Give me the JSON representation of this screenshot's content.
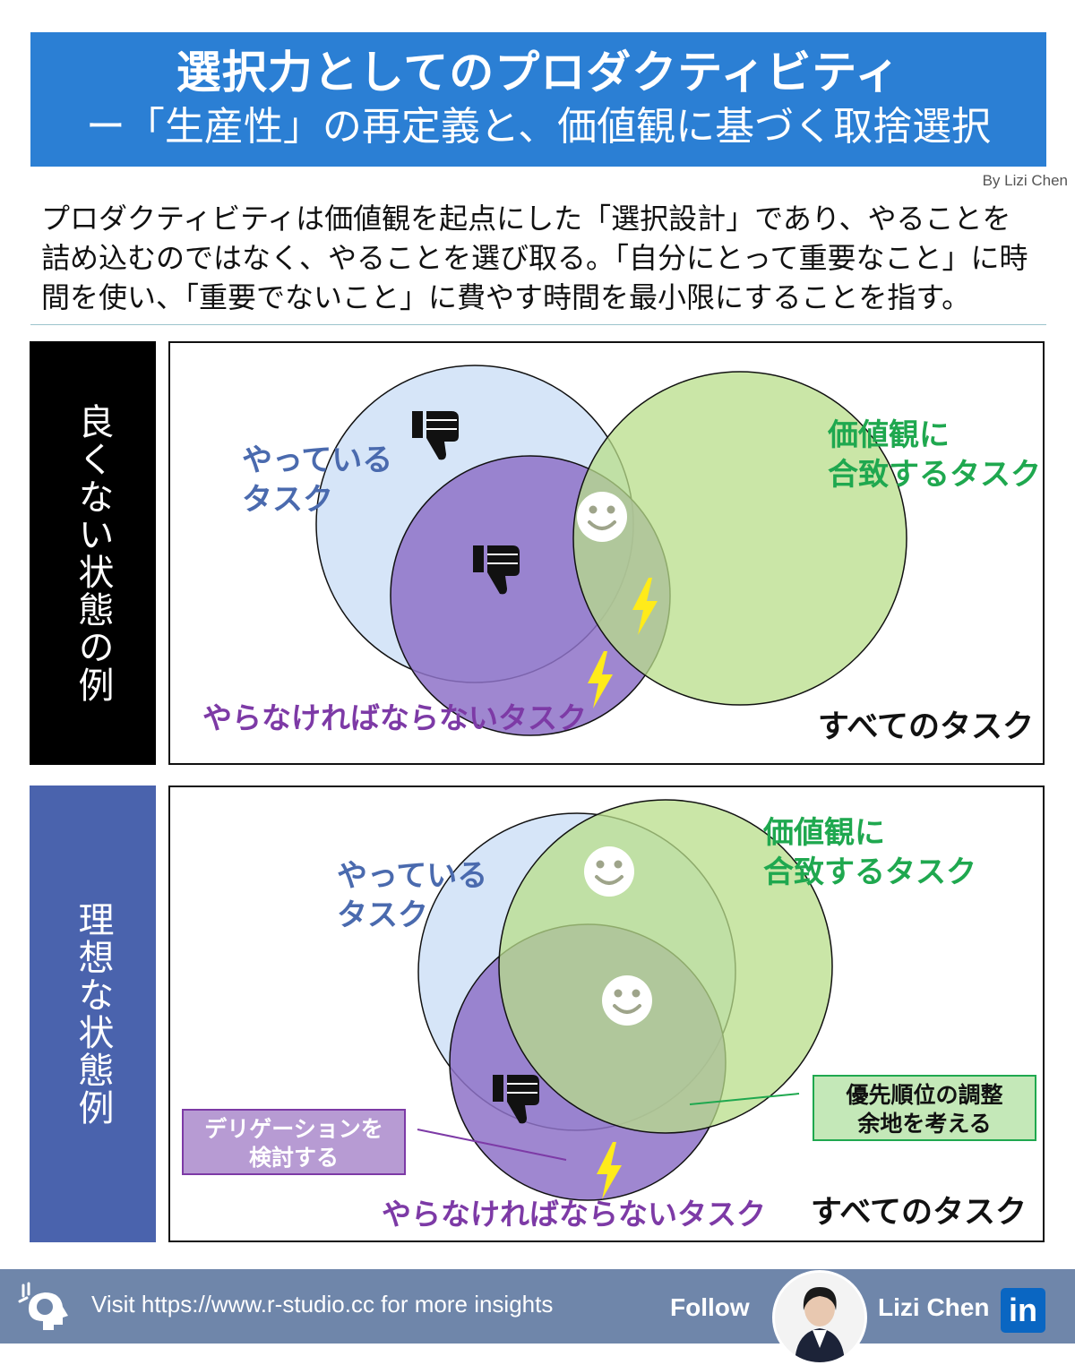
{
  "header": {
    "title": "選択力としてのプロダクティビティ",
    "subtitle": "ー「生産性」の再定義と、価値観に基づく取捨選択"
  },
  "byline": "By Lizi Chen",
  "intro": "プロダクティビティは価値観を起点にした「選択設計」であり、やることを詰め込むのではなく、やることを選び取る。「自分にとって重要なこと」に時間を使い、「重要でないこと」に費やす時間を最小限にすることを指す。",
  "panel_bad": {
    "side_label": "良くない状態の例",
    "doing_line1": "やっている",
    "doing_line2": "タスク",
    "values_line1": "価値観に",
    "values_line2": "合致するタスク",
    "must": "やらなければならないタスク",
    "all": "すべてのタスク"
  },
  "panel_ideal": {
    "side_label": "理想な状態例",
    "doing_line1": "やっている",
    "doing_line2": "タスク",
    "values_line1": "価値観に",
    "values_line2": "合致するタスク",
    "must": "やらなければならないタスク",
    "all": "すべてのタスク",
    "delegate_line1": "デリゲーションを",
    "delegate_line2": "検討する",
    "priority_line1": "優先順位の調整",
    "priority_line2": "余地を考える"
  },
  "colors": {
    "header_bg": "#2b7fd4",
    "doing_fill": "#cfe0f7",
    "doing_text": "#4a6aae",
    "must_fill": "#8e72c8",
    "must_text": "#7d3aa6",
    "values_fill": "#b8dd8a",
    "values_text": "#1fa84f",
    "side_ideal_bg": "#4a63ad",
    "footer_bg": "#6f86aa",
    "linkedin": "#0a66c2"
  },
  "footer": {
    "visit": "Visit https://www.r-studio.cc for more insights",
    "follow": "Follow",
    "name": "Lizi Chen",
    "linkedin_label": "in"
  }
}
